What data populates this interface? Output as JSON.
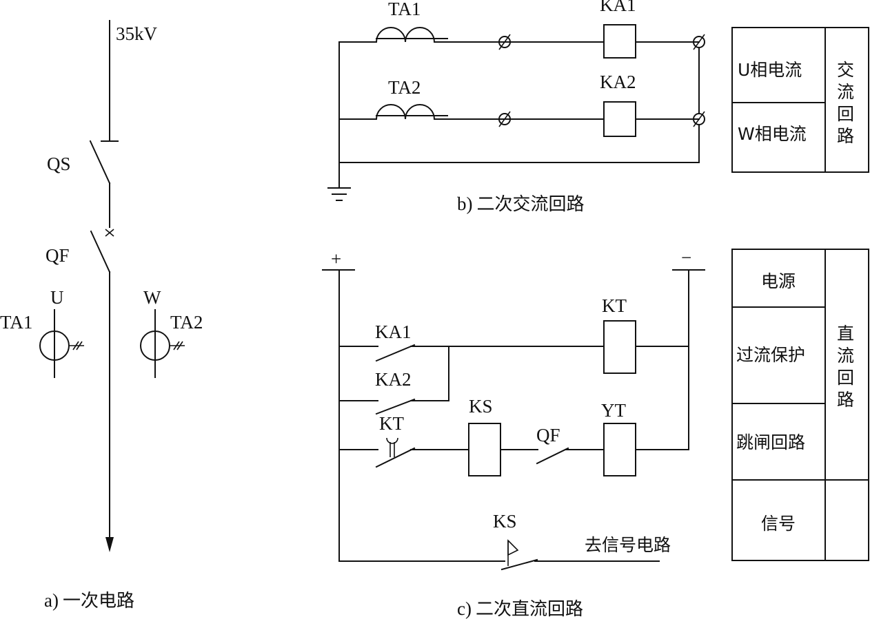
{
  "primary": {
    "voltage": "35kV",
    "qs": "QS",
    "qf": "QF",
    "phase_u": "U",
    "phase_w": "W",
    "ta1": "TA1",
    "ta2": "TA2",
    "caption_prefix": "a)",
    "caption_text": "一次电路"
  },
  "ac": {
    "ta1": "TA1",
    "ta2": "TA2",
    "ka1": "KA1",
    "ka2": "KA2",
    "caption_prefix": "b)",
    "caption_text": "二次交流回路",
    "legend_u": "U相电流",
    "legend_w": "W相电流",
    "legend_side": [
      "交",
      "流",
      "回",
      "路"
    ]
  },
  "dc": {
    "plus": "+",
    "minus": "−",
    "kt": "KT",
    "ka1": "KA1",
    "ka2": "KA2",
    "kt_contact": "KT",
    "ks": "KS",
    "qf": "QF",
    "yt": "YT",
    "ks_signal": "KS",
    "signal_note": "去信号电路",
    "caption_prefix": "c)",
    "caption_text": "二次直流回路",
    "legend_power": "电源",
    "legend_overcurrent": "过流保护",
    "legend_trip": "跳闸回路",
    "legend_signal": "信号",
    "legend_side": [
      "直",
      "流",
      "回",
      "路"
    ]
  }
}
